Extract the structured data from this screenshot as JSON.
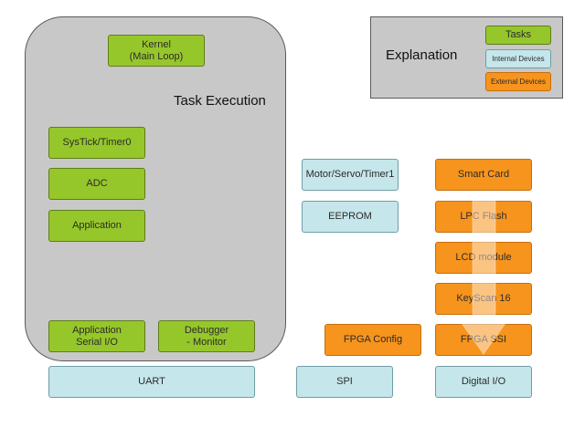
{
  "task_execution": {
    "title": "Task Execution",
    "kernel": "Kernel\n(Main Loop)",
    "systick": "SysTick/Timer0",
    "adc": "ADC",
    "application": "Application",
    "app_serial": "Application\nSerial I/O",
    "debugger": "Debugger\n- Monitor"
  },
  "explanation": {
    "title": "Explanation",
    "tasks": "Tasks",
    "internal": "Internal Devices",
    "external": "External Devices"
  },
  "buses": {
    "uart": "UART",
    "spi": "SPI",
    "digital_io": "Digital I/O"
  },
  "internal_devices": {
    "motor": "Motor/Servo/Timer1",
    "eeprom": "EEPROM"
  },
  "external_devices": {
    "fpga_config": "FPGA Config",
    "smart_card": "Smart Card",
    "lpc_flash": "LPC Flash",
    "lcd_module": "LCD module",
    "keyscan": "KeyScan 16",
    "fpga_ssi": "FPGA SSI"
  },
  "colors": {
    "task": "#96c72a",
    "internal": "#c5e6ea",
    "external": "#f7941d",
    "panel": "#c8c8c8"
  }
}
